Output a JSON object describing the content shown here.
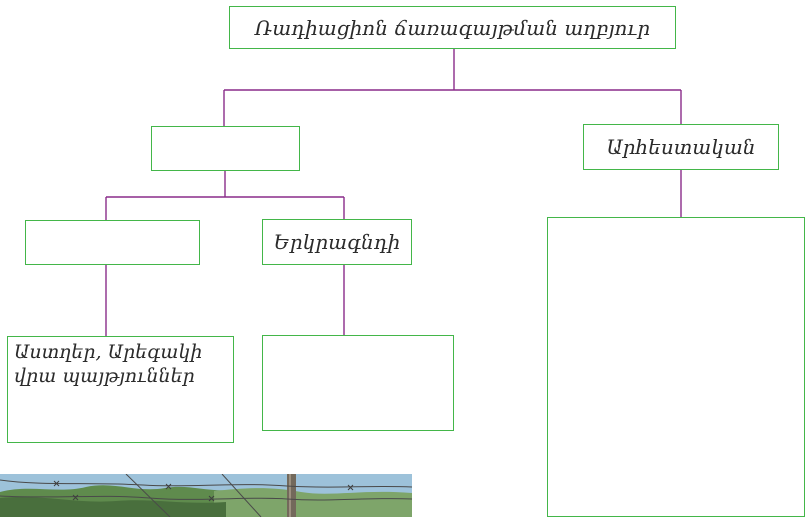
{
  "diagram": {
    "root_label": "Ռադիացիոն ճառագայթման աղբյուր",
    "left_branch_label": "",
    "artificial_label": "Արհեստական",
    "space_label": "",
    "earth_label": "Երկրագնդի",
    "space_example": {
      "line_1": "Աստղեր, Արեգակի",
      "line_2": "վրա պայթյուններ"
    },
    "earth_example": "",
    "artificial_example": ""
  },
  "colors": {
    "box_border": "#43b649",
    "connector_line": "#8a2c8a",
    "text": "#2b2b2b"
  }
}
